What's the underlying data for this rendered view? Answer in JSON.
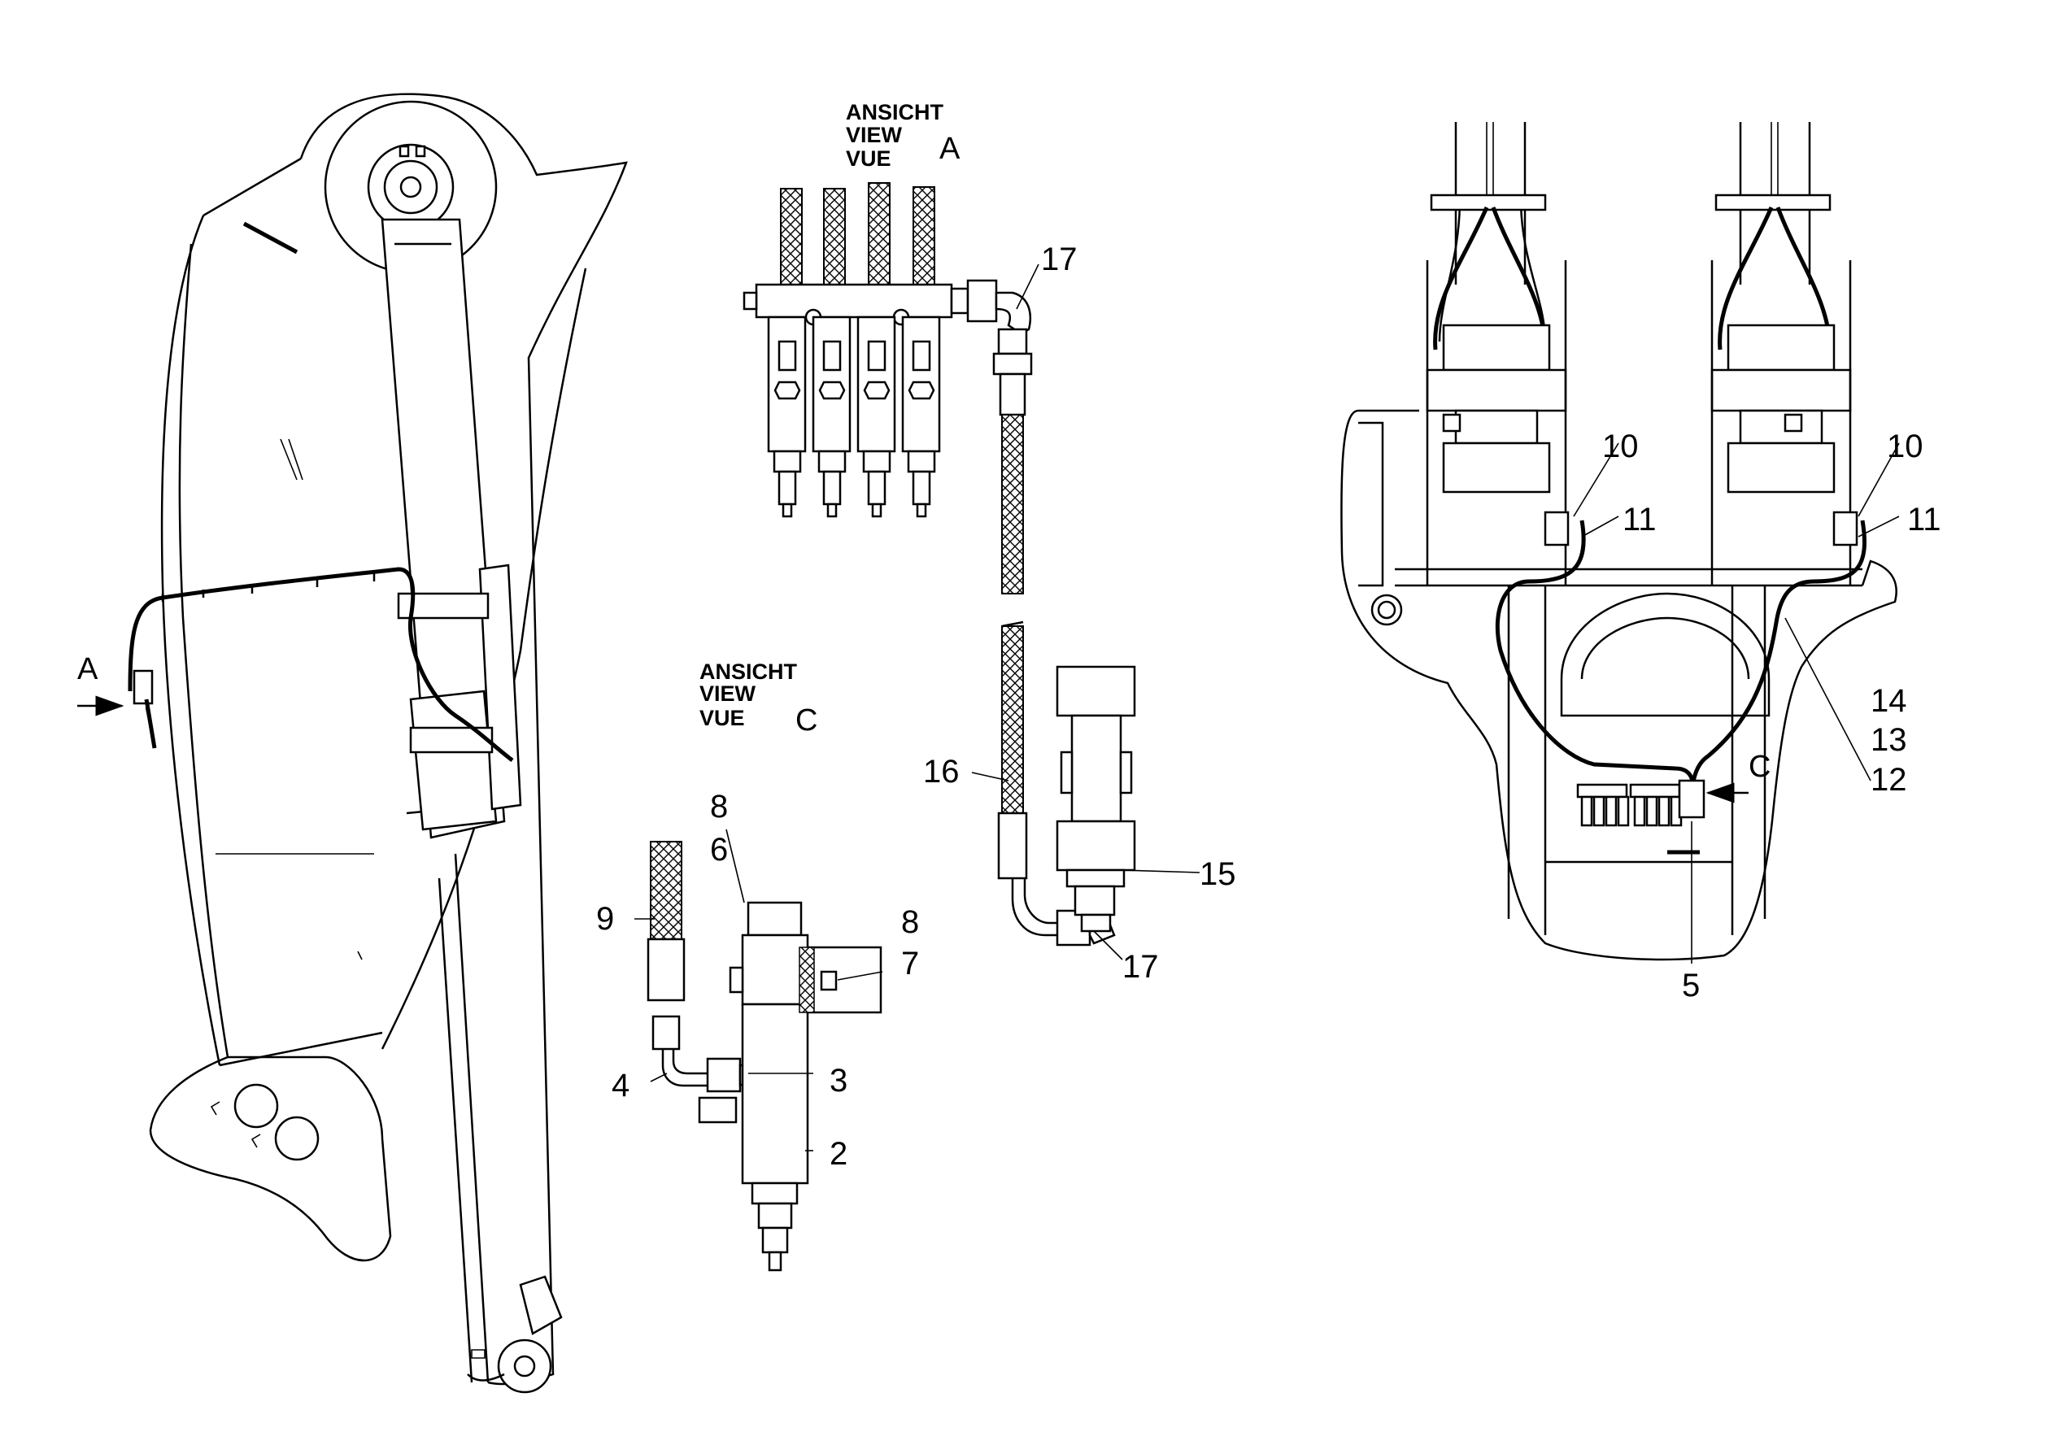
{
  "views": {
    "view_a": {
      "line1": "ANSICHT",
      "line2": "VIEW",
      "line3": "VUE",
      "letter": "A"
    },
    "view_c": {
      "line1": "ANSICHT",
      "line2": "VIEW",
      "line3": "VUE",
      "letter": "C"
    }
  },
  "arrows": {
    "a": "A",
    "c": "C"
  },
  "callouts": {
    "c2": "2",
    "c3": "3",
    "c4": "4",
    "c5": "5",
    "c6": "6",
    "c7": "7",
    "c8a": "8",
    "c8b": "8",
    "c9": "9",
    "c10a": "10",
    "c10b": "10",
    "c11a": "11",
    "c11b": "11",
    "c12": "12",
    "c13": "13",
    "c14": "14",
    "c15": "15",
    "c16": "16",
    "c17a": "17",
    "c17b": "17"
  }
}
